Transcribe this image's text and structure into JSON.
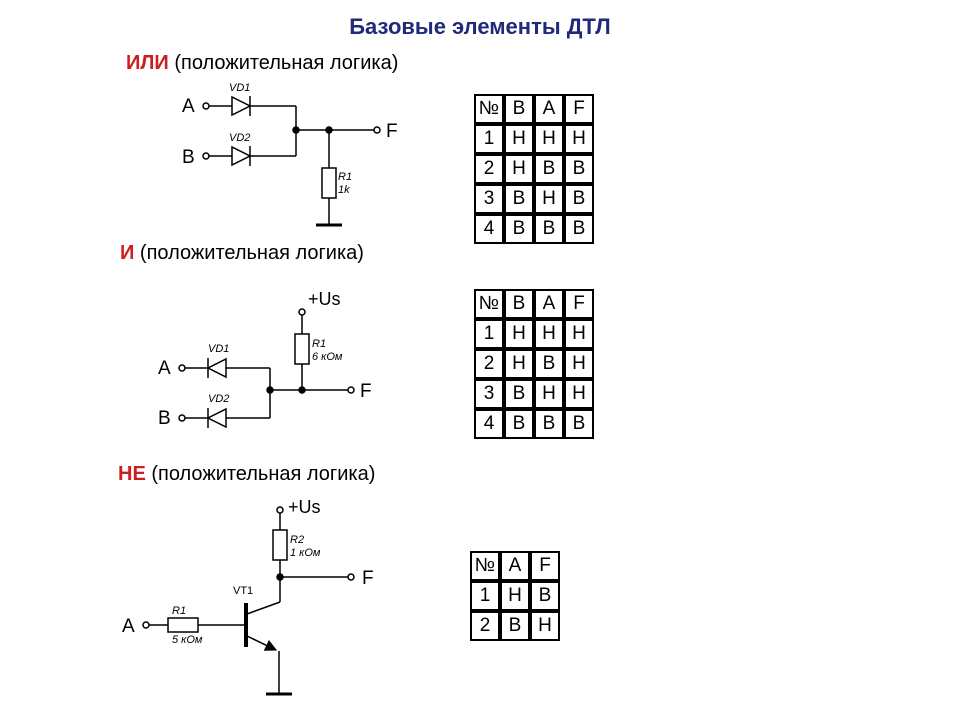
{
  "title": "Базовые элементы ДТЛ",
  "sections": {
    "or": {
      "kw": "ИЛИ",
      "rest": " (положительная логика)"
    },
    "and": {
      "kw": "И",
      "rest": " (положительная логика)"
    },
    "not": {
      "kw": "НЕ",
      "rest": " (положительная логика)"
    }
  },
  "or_circuit": {
    "input_a": "A",
    "input_b": "B",
    "output": "F",
    "diode1": "VD1",
    "diode2": "VD2",
    "resistor_name": "R1",
    "resistor_value": "1k"
  },
  "and_circuit": {
    "supply": "+Us",
    "input_a": "A",
    "input_b": "B",
    "output": "F",
    "diode1": "VD1",
    "diode2": "VD2",
    "resistor_name": "R1",
    "resistor_value": "6 кОм"
  },
  "not_circuit": {
    "supply": "+Us",
    "input_a": "A",
    "output": "F",
    "transistor": "VT1",
    "resistor_c_name": "R2",
    "resistor_c_value": "1 кОм",
    "resistor_b_name": "R1",
    "resistor_b_value": "5 кОм"
  },
  "tables": {
    "or": {
      "header": [
        "№",
        "B",
        "A",
        "F"
      ],
      "rows": [
        [
          "1",
          "Н",
          "Н",
          "Н"
        ],
        [
          "2",
          "Н",
          "В",
          "В"
        ],
        [
          "3",
          "В",
          "Н",
          "В"
        ],
        [
          "4",
          "В",
          "В",
          "В"
        ]
      ]
    },
    "and": {
      "header": [
        "№",
        "B",
        "A",
        "F"
      ],
      "rows": [
        [
          "1",
          "Н",
          "Н",
          "Н"
        ],
        [
          "2",
          "Н",
          "В",
          "Н"
        ],
        [
          "3",
          "В",
          "Н",
          "Н"
        ],
        [
          "4",
          "В",
          "В",
          "В"
        ]
      ]
    },
    "not": {
      "header": [
        "№",
        "A",
        "F"
      ],
      "rows": [
        [
          "1",
          "Н",
          "В"
        ],
        [
          "2",
          "В",
          "Н"
        ]
      ]
    }
  },
  "colors": {
    "title": "#1f2a7a",
    "keyword": "#cc1f1f",
    "line": "#000000"
  }
}
